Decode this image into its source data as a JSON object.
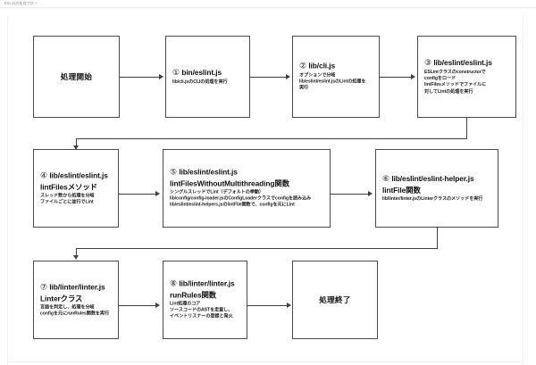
{
  "window": {
    "title": "ESLintの処理フロー"
  },
  "diagram": {
    "type": "flowchart",
    "nodes": [
      {
        "id": "start",
        "kind": "terminal",
        "label": "処理開始"
      },
      {
        "id": "step1",
        "kind": "process",
        "number": "①",
        "title": "bin/eslint.js",
        "subtitle": "",
        "body": [
          "lib/cli.jsのCLIの処理を実行"
        ]
      },
      {
        "id": "step2",
        "kind": "process",
        "number": "②",
        "title": "lib/cli.js",
        "subtitle": "",
        "body": [
          "オプションで分岐",
          "lib/eslint/eslint.jsのLintの処理を",
          "実行"
        ]
      },
      {
        "id": "step3",
        "kind": "process",
        "number": "③",
        "title": "lib/eslint/eslint.js",
        "subtitle": "",
        "body": [
          "ESLintクラスのconstructorで",
          "configをロード",
          "lintFilesメソッドでファイルに",
          "対してLintの処理を実行"
        ]
      },
      {
        "id": "step4",
        "kind": "process",
        "number": "④",
        "title": "lib/eslint/eslint.js",
        "subtitle": "lintFilesメソッド",
        "body": [
          "スレッド数から処理を分岐",
          "ファイルごとに並行でLint"
        ]
      },
      {
        "id": "step5",
        "kind": "process",
        "number": "⑤",
        "title": "lib/eslint/eslint.js",
        "subtitle": "lintFilesWithoutMultithreading関数",
        "body": [
          "シングルスレッドでLint（デフォルトの挙動）",
          "lib/config/config-loader.jsのConfigLoaderクラスでconfigを読み込み",
          "lib/eslint/eslint-helpers.jsのlintFile関数で、configを元にLint"
        ]
      },
      {
        "id": "step6",
        "kind": "process",
        "number": "⑥",
        "title": "lib/eslint/eslint-helper.js",
        "subtitle": "lintFile関数",
        "body": [
          "lib/linter/linter.jsのLinterクラスのメソッドを実行"
        ]
      },
      {
        "id": "step7",
        "kind": "process",
        "number": "⑦",
        "title": "lib/linter/linter.js",
        "subtitle": "Linterクラス",
        "body": [
          "言語を判定し、処理を分岐",
          "configを元にrunRules関数を実行"
        ]
      },
      {
        "id": "step8",
        "kind": "process",
        "number": "⑧",
        "title": "lib/linter/linter.js",
        "subtitle": "runRules関数",
        "body": [
          "Lint処理のコア",
          "ソースコードのASTを走査し、",
          "イベントリスナーの登録と発火"
        ]
      },
      {
        "id": "end",
        "kind": "terminal",
        "label": "処理終了"
      }
    ],
    "colors": {
      "node_border": "#4a4a4a",
      "connector": "#3f3f3f",
      "background": "#ffffff"
    }
  }
}
